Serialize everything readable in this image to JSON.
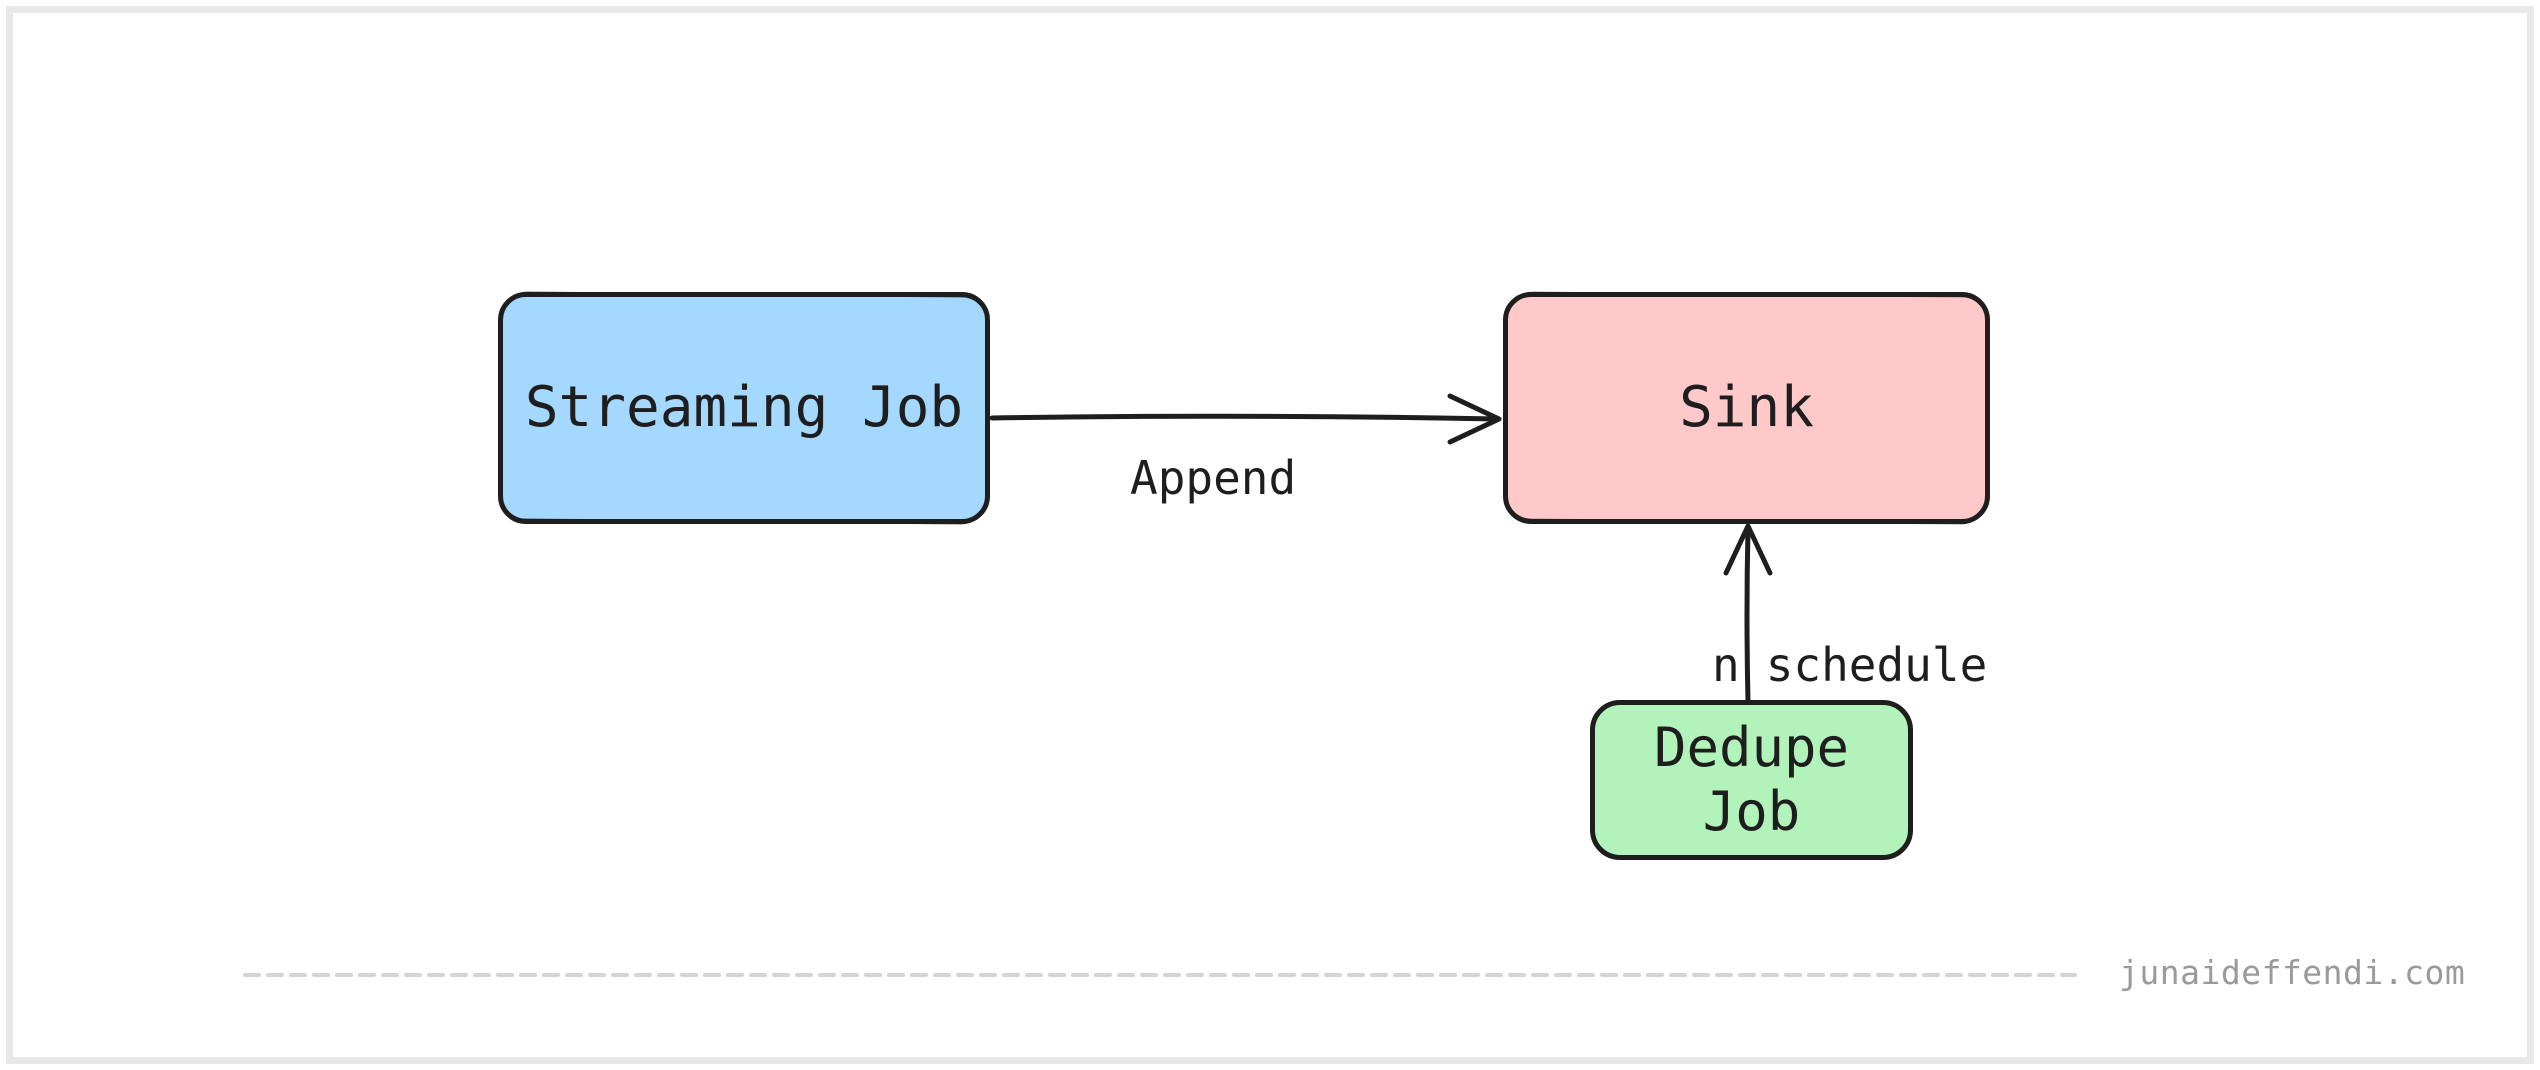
{
  "diagram": {
    "nodes": [
      {
        "id": "streaming-job",
        "label": "Streaming Job",
        "fill": "#a5d8ff"
      },
      {
        "id": "sink",
        "label": "Sink",
        "fill": "#ffc9c9"
      },
      {
        "id": "dedupe-job",
        "label": "Dedupe Job",
        "fill": "#b2f2bb",
        "lines": [
          "Dedupe",
          "Job"
        ]
      }
    ],
    "edges": [
      {
        "from": "streaming-job",
        "to": "sink",
        "label": "Append"
      },
      {
        "from": "dedupe-job",
        "to": "sink",
        "label": "n schedule",
        "label_left": "n",
        "label_right": "schedule"
      }
    ],
    "colors": {
      "stroke": "#1e1e1e",
      "frame": "#e8e8e8",
      "dash": "#d4d4d4",
      "watermark": "#9a9a9a",
      "canvas": "#ffffff"
    },
    "watermark": "junaideffendi.com"
  }
}
